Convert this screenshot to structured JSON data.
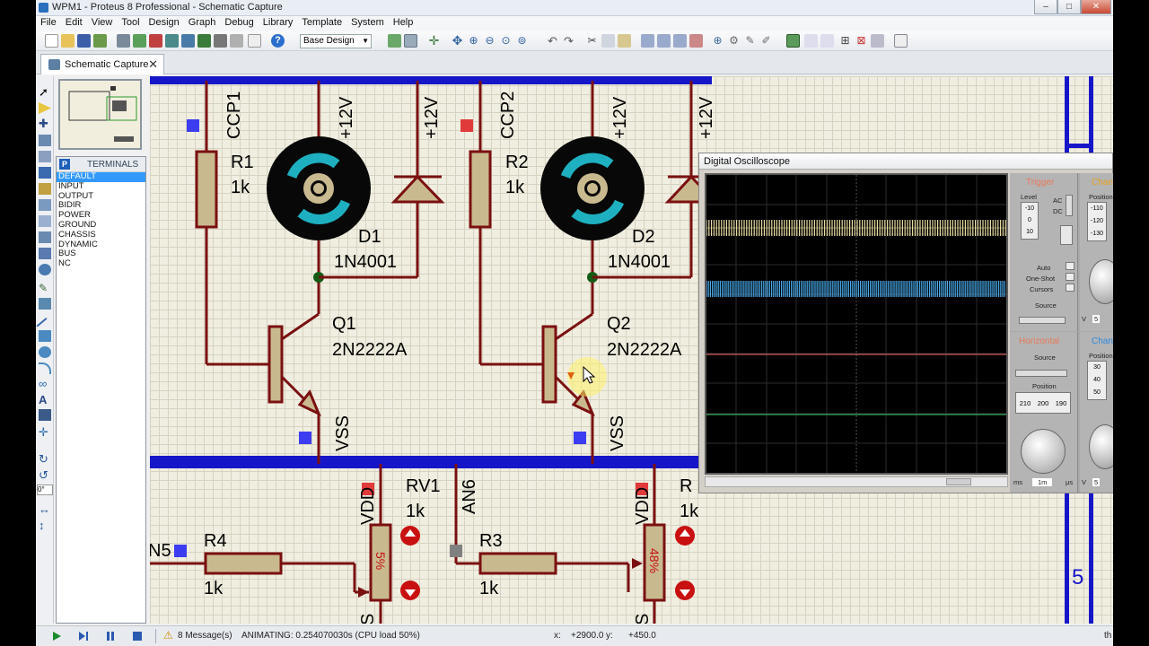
{
  "window": {
    "title": "WPM1 - Proteus 8 Professional - Schematic Capture"
  },
  "menu": [
    "File",
    "Edit",
    "View",
    "Tool",
    "Design",
    "Graph",
    "Debug",
    "Library",
    "Template",
    "System",
    "Help"
  ],
  "toolbar": {
    "design_select": "Base Design"
  },
  "tab": {
    "label": "Schematic Capture"
  },
  "terminals": {
    "header": "TERMINALS",
    "mode_letter": "P",
    "items": [
      "DEFAULT",
      "INPUT",
      "OUTPUT",
      "BIDIR",
      "POWER",
      "GROUND",
      "CHASSIS",
      "DYNAMIC",
      "BUS",
      "NC"
    ],
    "selected": "DEFAULT"
  },
  "left_rotation": "0°",
  "schematic": {
    "ccp1": "CCP1",
    "ccp2": "CCP2",
    "plus12v": "+12V",
    "r1": "R1",
    "r2": "R2",
    "r1_val": "1k",
    "r2_val": "1k",
    "d1": "D1",
    "d2": "D2",
    "d1_part": "1N4001",
    "d2_part": "1N4001",
    "q1": "Q1",
    "q2": "Q2",
    "q1_part": "2N2222A",
    "q2_part": "2N2222A",
    "vss": "VSS",
    "vdd": "VDD",
    "rv1": "RV1",
    "rv1_val": "1k",
    "rv2_partial": "R",
    "rv2_val": "1k",
    "rv1_percent": "5%",
    "rv2_percent": "48%",
    "r4": "R4",
    "r4_val": "1k",
    "r3": "R3",
    "r3_val": "1k",
    "an6": "AN6",
    "an5_partial": "N5",
    "s_left": "S",
    "s_right": "S",
    "big_digit": "5"
  },
  "oscilloscope": {
    "title": "Digital Oscilloscope",
    "trigger_label": "Trigger",
    "channel_label": "Chan",
    "level_label": "Level",
    "ac": "AC",
    "dc": "DC",
    "auto": "Auto",
    "one_shot": "One-Shot",
    "cursors": "Cursors",
    "source": "Source",
    "horizontal_label": "Horizontal",
    "position": "Position",
    "level_ticks": [
      "-10",
      "0",
      "10"
    ],
    "h_position_ticks": [
      "210",
      "200",
      "190"
    ],
    "ch_a_ticks": [
      "-110",
      "-120",
      "-130"
    ],
    "ch_c_ticks": [
      "30",
      "40",
      "50"
    ],
    "units": [
      "ms",
      "1m",
      "μs"
    ],
    "v_label": "V",
    "v_value": "5",
    "trace_colors": [
      "#e6dca0",
      "#48a8e8",
      "#ff6a6a",
      "#39d070"
    ]
  },
  "status": {
    "messages": "8 Message(s)",
    "animating": "ANIMATING: 0.254070030s (CPU load 50%)",
    "x_label": "x:",
    "x_value": "+2900.0",
    "y_label": "y:",
    "y_value": "+450.0",
    "right_partial": "th"
  },
  "colors": {
    "wire": "#7a1010",
    "bus": "#1616c8",
    "component_fill": "#c9b98f",
    "component_stroke": "#7a1010",
    "motor_teal": "#1eb0c0",
    "junction": "#145a14",
    "terminal_blue": "#3c3cf0",
    "terminal_red": "#e03a3a"
  }
}
